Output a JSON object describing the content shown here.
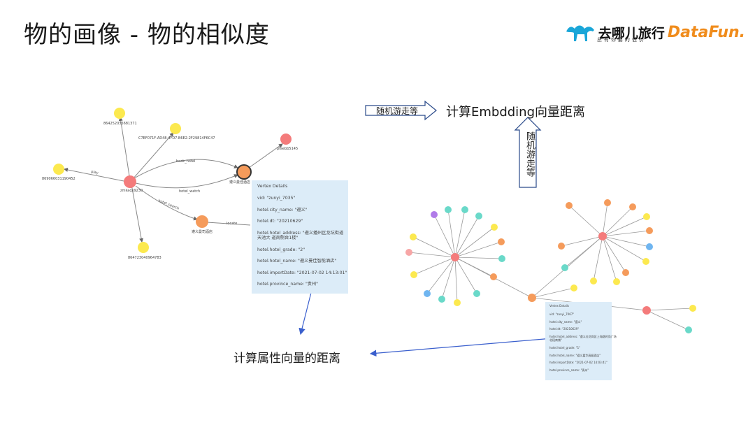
{
  "title": "物的画像 - 物的相似度",
  "logo": {
    "brand": "去哪儿旅行",
    "slogan": "总有你要的低价",
    "partner": "DataFun."
  },
  "left_graph": {
    "nodes": {
      "center": "zmkaqx9230",
      "n1": "864252035681371",
      "n2": "C7EF071F-AD48-4FD7-B6E2-2F29814F6C47",
      "n3": "869066031190452",
      "n4": "864723040964783",
      "n5": "pfaebb5145",
      "hotel1": "遵义曼佳酒店",
      "hotel2": "遵义曼司酒店"
    },
    "edges": {
      "book_hotel": "book_hotel",
      "hotel_watch": "hotel_watch",
      "hotel_search": "hotel_search",
      "play": "play",
      "locate": "locate"
    },
    "vertex_details": {
      "heading": "Vertex Details",
      "vid": "vid: \"zunyi_7035\"",
      "city": "hotel.city_name: \"遵义\"",
      "dt": "hotel.dt: \"20210629\"",
      "address": "hotel.hotel_address: \"遵义播州区龙坑街道天池大 道南侧台1楼\"",
      "grade": "hotel.hotel_grade: \"2\"",
      "name": "hotel.hotel_name: \"遵义曼佳智能酒店\"",
      "import": "hotel.importDate: \"2021-07-02 14:13:01\"",
      "province": "hotel.province_name: \"贵州\""
    }
  },
  "right_graph": {
    "vertex_details": {
      "heading": "Vertex Details",
      "vid": "vid: \"zunyi_7067\"",
      "city": "hotel.city_name: \"遵义\"",
      "dt": "hotel.dt: \"20210629\"",
      "address": "hotel.hotel_address: \"遵义红花岗区上海路时尚广场",
      "address2": "北段商铺\"",
      "grade": "hotel.hotel_grade: \"1\"",
      "name": "hotel.hotel_name: \"遵义嘉华高级酒店\"",
      "import": "hotel.importDate: \"2021-07-02 14:03:41\"",
      "province": "hotel.province_name: \"贵州\""
    }
  },
  "annotations": {
    "random_walk_h": "随机游走等",
    "random_walk_v": "随机游走等",
    "embedding": "计算Embdding向量距离",
    "attribute": "计算属性向量的距离"
  },
  "colors": {
    "yellow": "#fce94f",
    "red": "#f47b7b",
    "orange": "#f59b5b",
    "teal": "#6ad9c9",
    "blue": "#6fb5f0",
    "purple": "#b07be8",
    "pink": "#f7a6a6",
    "accent": "#3a5fcd"
  }
}
